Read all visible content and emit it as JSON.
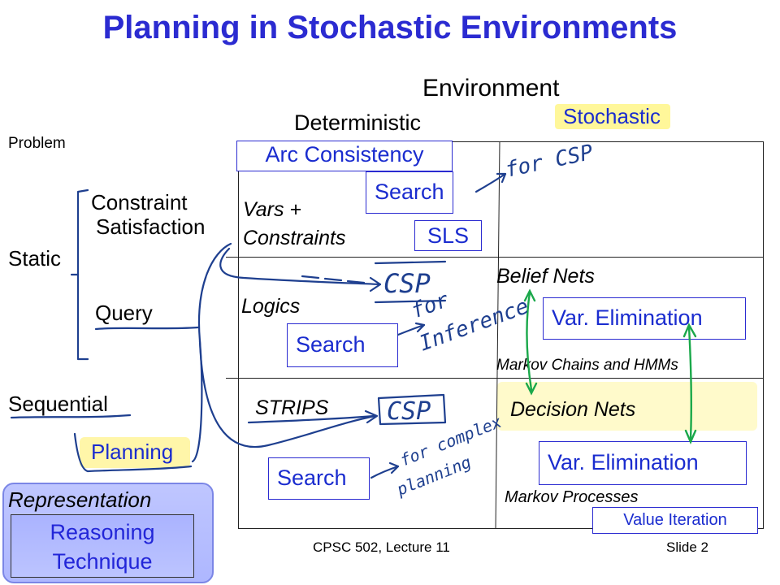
{
  "title": "Planning in Stochastic Environments",
  "header": {
    "environment": "Environment",
    "deterministic": "Deterministic",
    "stochastic": "Stochastic",
    "problem": "Problem"
  },
  "rows": {
    "static": "Static",
    "constraint_satisfaction": [
      "Constraint",
      "Satisfaction"
    ],
    "query": "Query",
    "sequential": "Sequential",
    "planning": "Planning"
  },
  "deterministic_cells": {
    "arc_consistency": "Arc Consistency",
    "vars_constraints": [
      "Vars +",
      "Constraints"
    ],
    "search_csp": "Search",
    "sls": "SLS",
    "logics": "Logics",
    "search_logics": "Search",
    "strips": "STRIPS",
    "search_planning": "Search"
  },
  "stochastic_cells": {
    "belief_nets": "Belief Nets",
    "var_elimination_1": "Var. Elimination",
    "markov_chains": "Markov Chains and HMMs",
    "decision_nets": "Decision Nets",
    "var_elimination_2": "Var. Elimination",
    "markov_processes": "Markov Processes",
    "value_iteration": "Value Iteration"
  },
  "handwriting": {
    "for_csp": "for CSP",
    "csp_1": "CSP",
    "for_inference": [
      "for",
      "Inference"
    ],
    "csp_2": "CSP",
    "for_complex_planning": [
      "for complex",
      "planning"
    ]
  },
  "legend": {
    "representation": "Representation",
    "reasoning_technique": [
      "Reasoning",
      "Technique"
    ]
  },
  "footer": {
    "course": "CPSC 502, Lecture 11",
    "slide": "Slide 2"
  },
  "colors": {
    "title": "#2b2bd1",
    "technique": "#1a2ccf",
    "ink_blue": "#1e3f8f",
    "ink_green": "#1aa84a",
    "highlight": "#fff79a"
  }
}
